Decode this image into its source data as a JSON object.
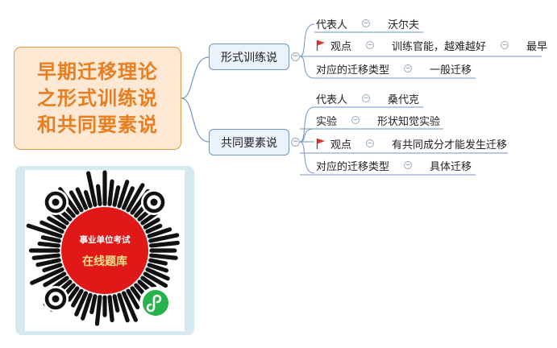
{
  "root": {
    "title": "早期迁移理论\n之形式训练说\n和共同要素说"
  },
  "branches": [
    {
      "label": "形式训练说",
      "rows": [
        {
          "flag": false,
          "label": "代表人",
          "value": "沃尔夫"
        },
        {
          "flag": true,
          "label": "观点",
          "value": "训练官能，越难越好",
          "extra": "最早"
        },
        {
          "flag": false,
          "label": "对应的迁移类型",
          "value": "一般迁移"
        }
      ]
    },
    {
      "label": "共同要素说",
      "rows": [
        {
          "flag": false,
          "label": "代表人",
          "value": "桑代克"
        },
        {
          "flag": false,
          "label": "实验",
          "value": "形状知觉实验"
        },
        {
          "flag": true,
          "label": "观点",
          "value": "有共同成分才能发生迁移"
        },
        {
          "flag": false,
          "label": "对应的迁移类型",
          "value": "具体迁移"
        }
      ]
    }
  ],
  "qr": {
    "label_top": "事业单位考试",
    "label_bottom": "在线题库"
  },
  "colors": {
    "root_text": "#e67e22",
    "root_fill": "#fde9d3",
    "branch_border": "#6f95c4",
    "connector": "#6f95c4",
    "flag": "#e0342c",
    "qr_center": "#e01818",
    "qr_frame": "#d6e9f1",
    "miniprogram": "#27b24b"
  }
}
